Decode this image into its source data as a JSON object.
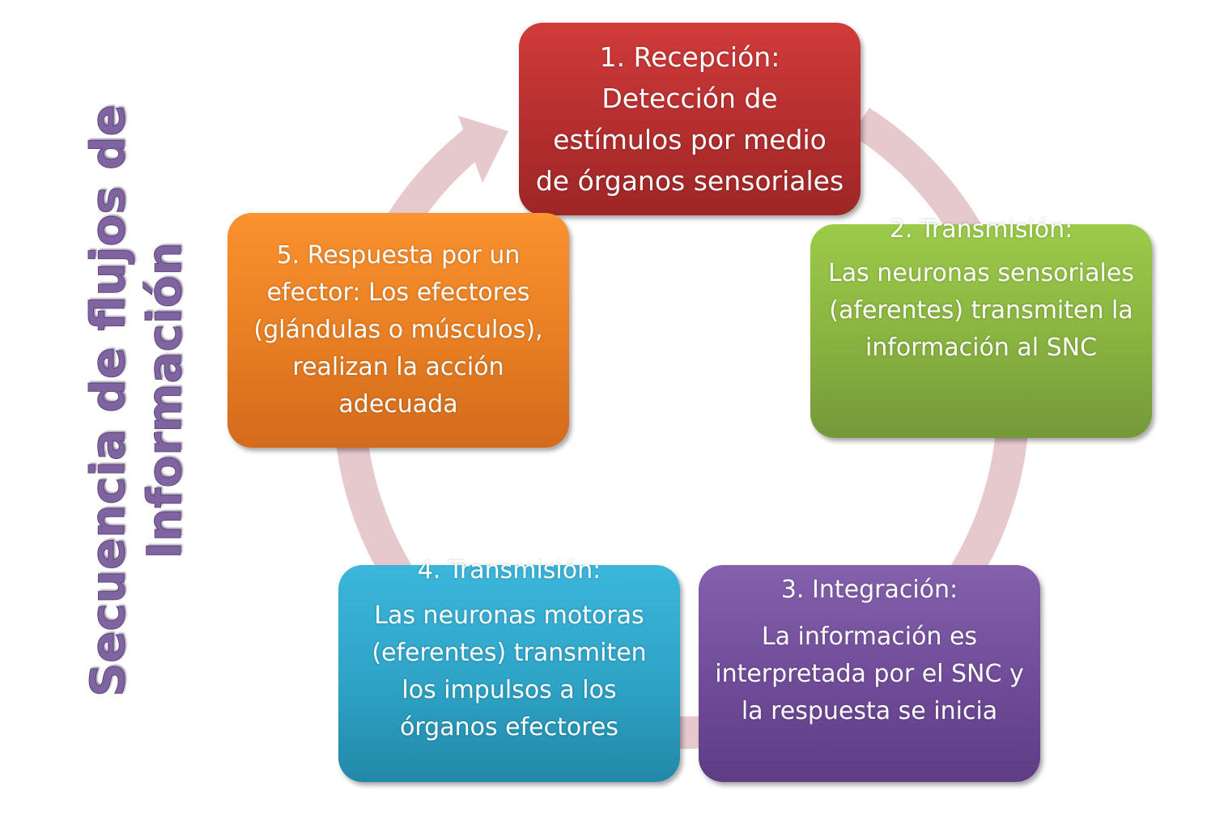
{
  "title": "Secuencia de flujos de Información",
  "colors": {
    "title": "#8064a2",
    "cycle_arrow": "#e6c9cc",
    "step1": "#c0392b",
    "step2": "#8dbb45",
    "step3": "#704b98",
    "step4": "#2ea3c6",
    "step5": "#f08a28"
  },
  "steps": [
    {
      "id": 1,
      "text": "1. Recepción: Detección de estímulos por medio de órganos sensoriales"
    },
    {
      "id": 2,
      "heading": "2. Transmisión:",
      "text": "Las neuronas sensoriales (aferentes) transmiten la información al SNC"
    },
    {
      "id": 3,
      "heading": "3. Integración:",
      "text": "La información es interpretada por el SNC  y la respuesta se inicia"
    },
    {
      "id": 4,
      "heading": "4. Transmisión:",
      "text": "Las neuronas motoras (eferentes) transmiten los impulsos a los órganos efectores"
    },
    {
      "id": 5,
      "text": "5. Respuesta por un efector: Los efectores (glándulas o músculos), realizan la acción adecuada"
    }
  ]
}
